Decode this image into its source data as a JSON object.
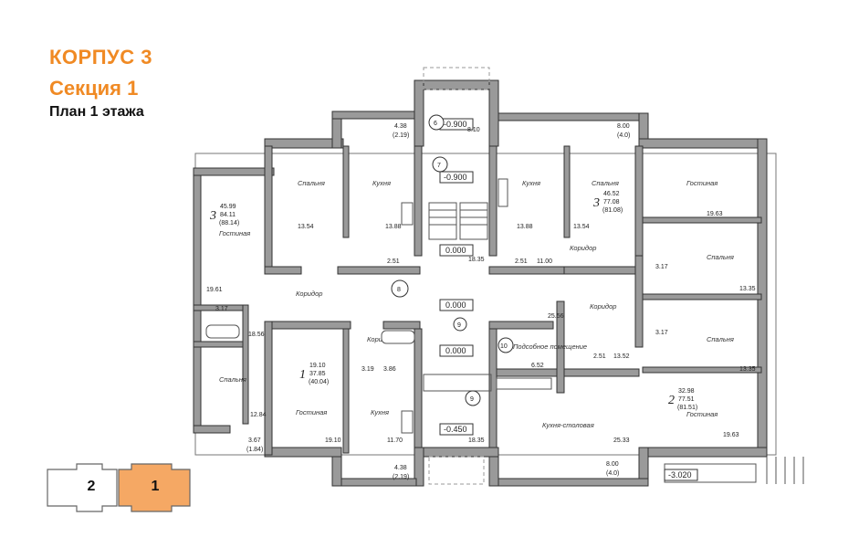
{
  "header": {
    "building": "КОРПУС 3",
    "section": "Секция 1",
    "plan": "План 1 этажа"
  },
  "sections": {
    "left": "2",
    "right": "1",
    "active_color": "#f5a864"
  },
  "rooms": {
    "bedroom": "Спальня",
    "kitchen": "Кухня",
    "living": "Гостиная",
    "corridor": "Коридор",
    "kitchen_dining": "Кухня-столовая",
    "basement": "Подсобное помещение"
  },
  "apartments": {
    "apt3_left": {
      "num": "3",
      "a": "45.99",
      "b": "84.11",
      "c": "(88.14)"
    },
    "apt3_right": {
      "num": "3",
      "a": "46.52",
      "b": "77.08",
      "c": "(81.08)"
    },
    "apt1": {
      "num": "1",
      "a": "19.10",
      "b": "37.85",
      "c": "(40.04)"
    },
    "apt2": {
      "num": "2",
      "a": "32.98",
      "b": "77.51",
      "c": "(81.51)"
    }
  },
  "areas": {
    "a1354l": "13.54",
    "a1388l": "13.88",
    "a1388r": "13.88",
    "a1354r": "13.54",
    "a1963t": "19.63",
    "a1961": "19.61",
    "a251l": "2.51",
    "a1835t": "18.35",
    "a251r": "2.51",
    "a1100": "11.00",
    "a317a": "3.17",
    "a1335a": "13.35",
    "a317b": "3.17",
    "a1856": "18.56",
    "a2556": "25.56",
    "a317c": "3.17",
    "a1335b": "13.35",
    "a652": "6.52",
    "a251c": "2.51",
    "a1352": "13.52",
    "a319": "3.19",
    "a386": "3.86",
    "a1284": "12.84",
    "a1910": "19.10",
    "a1170": "11.70",
    "a1835b": "18.35",
    "a2533": "25.33",
    "a1963b": "19.63",
    "a367": "3.67",
    "a184": "(1.84)",
    "a438t": "4.38",
    "a219t": "(2.19)",
    "a810": "8.10",
    "a800t": "8.00",
    "a40t": "(4.0)",
    "a438b": "4.38",
    "a219b": "(2.19)",
    "a800b": "8.00",
    "a40b": "(4.0)"
  },
  "levels": {
    "l1": "-0.900",
    "l2": "-0.900",
    "l3": "0.000",
    "l4": "0.000",
    "l5": "0.000",
    "l6": "-0.450",
    "l7": "-3.020"
  },
  "markers": {
    "m6": "6",
    "m7": "7",
    "m8": "8",
    "m9a": "9",
    "m10": "10",
    "m9b": "9"
  }
}
